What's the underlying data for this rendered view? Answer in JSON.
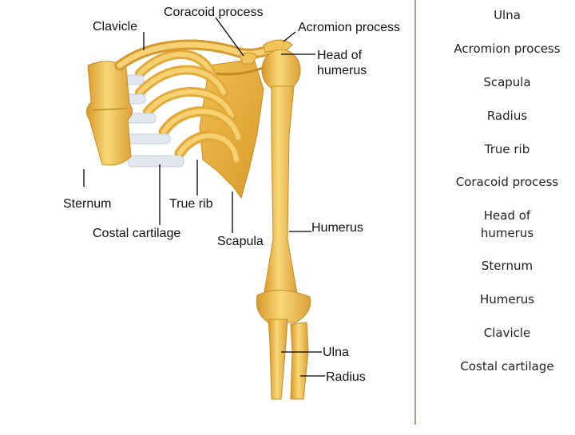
{
  "figure": {
    "labels": {
      "clavicle": "Clavicle",
      "coracoid_process": "Coracoid process",
      "acromion_process": "Acromion process",
      "head_of_humerus": "Head of humerus",
      "sternum": "Sternum",
      "true_rib": "True rib",
      "costal_cartilage": "Costal cartilage",
      "scapula": "Scapula",
      "humerus": "Humerus",
      "ulna": "Ulna",
      "radius": "Radius"
    },
    "colors": {
      "bone": "#f4c85a",
      "bone_shadow": "#d89a28",
      "cartilage": "#dde3ee",
      "leader": "#000000"
    }
  },
  "word_bank": [
    "Ulna",
    "Acromion process",
    "Scapula",
    "Radius",
    "True rib",
    "Coracoid process",
    "Head of\nhumerus",
    "Sternum",
    "Humerus",
    "Clavicle",
    "Costal cartilage"
  ]
}
